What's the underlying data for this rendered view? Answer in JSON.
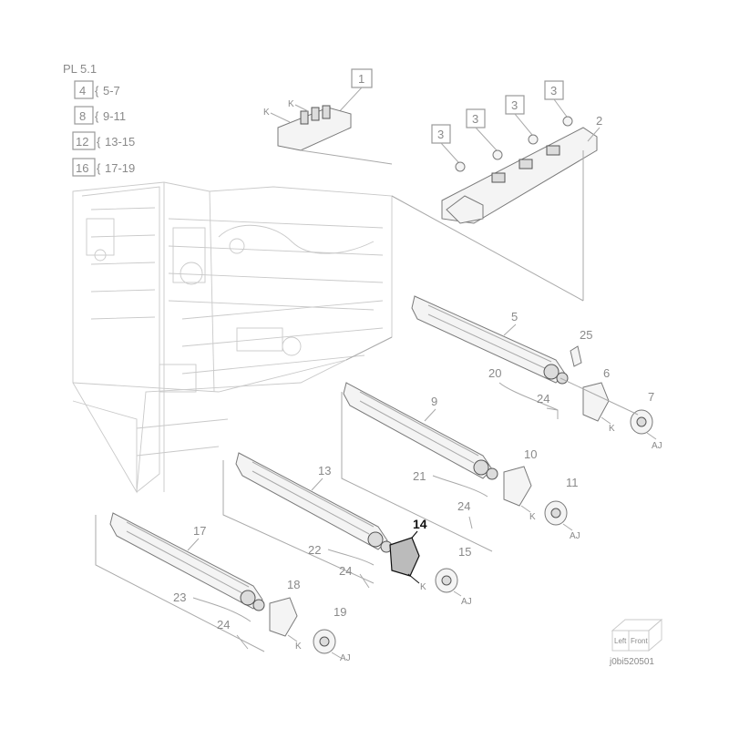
{
  "diagram": {
    "plate_label": "PL 5.1",
    "plate_refs": [
      {
        "box": "4",
        "range": "5-7"
      },
      {
        "box": "8",
        "range": "9-11"
      },
      {
        "box": "12",
        "range": "13-15"
      },
      {
        "box": "16",
        "range": "17-19"
      }
    ],
    "ref_boxes": {
      "b1": "1",
      "b3a": "3",
      "b3b": "3",
      "b3c": "3",
      "b3d": "3"
    },
    "callouts": {
      "n2": "2",
      "n5": "5",
      "n6": "6",
      "n7": "7",
      "n9": "9",
      "n10": "10",
      "n11": "11",
      "n13": "13",
      "n14": "14",
      "n15": "15",
      "n17": "17",
      "n18": "18",
      "n19": "19",
      "n20": "20",
      "n21": "21",
      "n22": "22",
      "n23": "23",
      "n24a": "24",
      "n24b": "24",
      "n24c": "24",
      "n24d": "24",
      "n25": "25"
    },
    "tags": {
      "k_top1": "K",
      "k_top2": "K",
      "k1": "K",
      "aj1": "AJ",
      "k2": "K",
      "aj2": "AJ",
      "k3": "K",
      "aj3": "AJ",
      "k4": "K",
      "aj4": "AJ"
    },
    "orientation_cube": {
      "left": "Left",
      "front": "Front"
    },
    "image_code": "j0bi520501"
  }
}
